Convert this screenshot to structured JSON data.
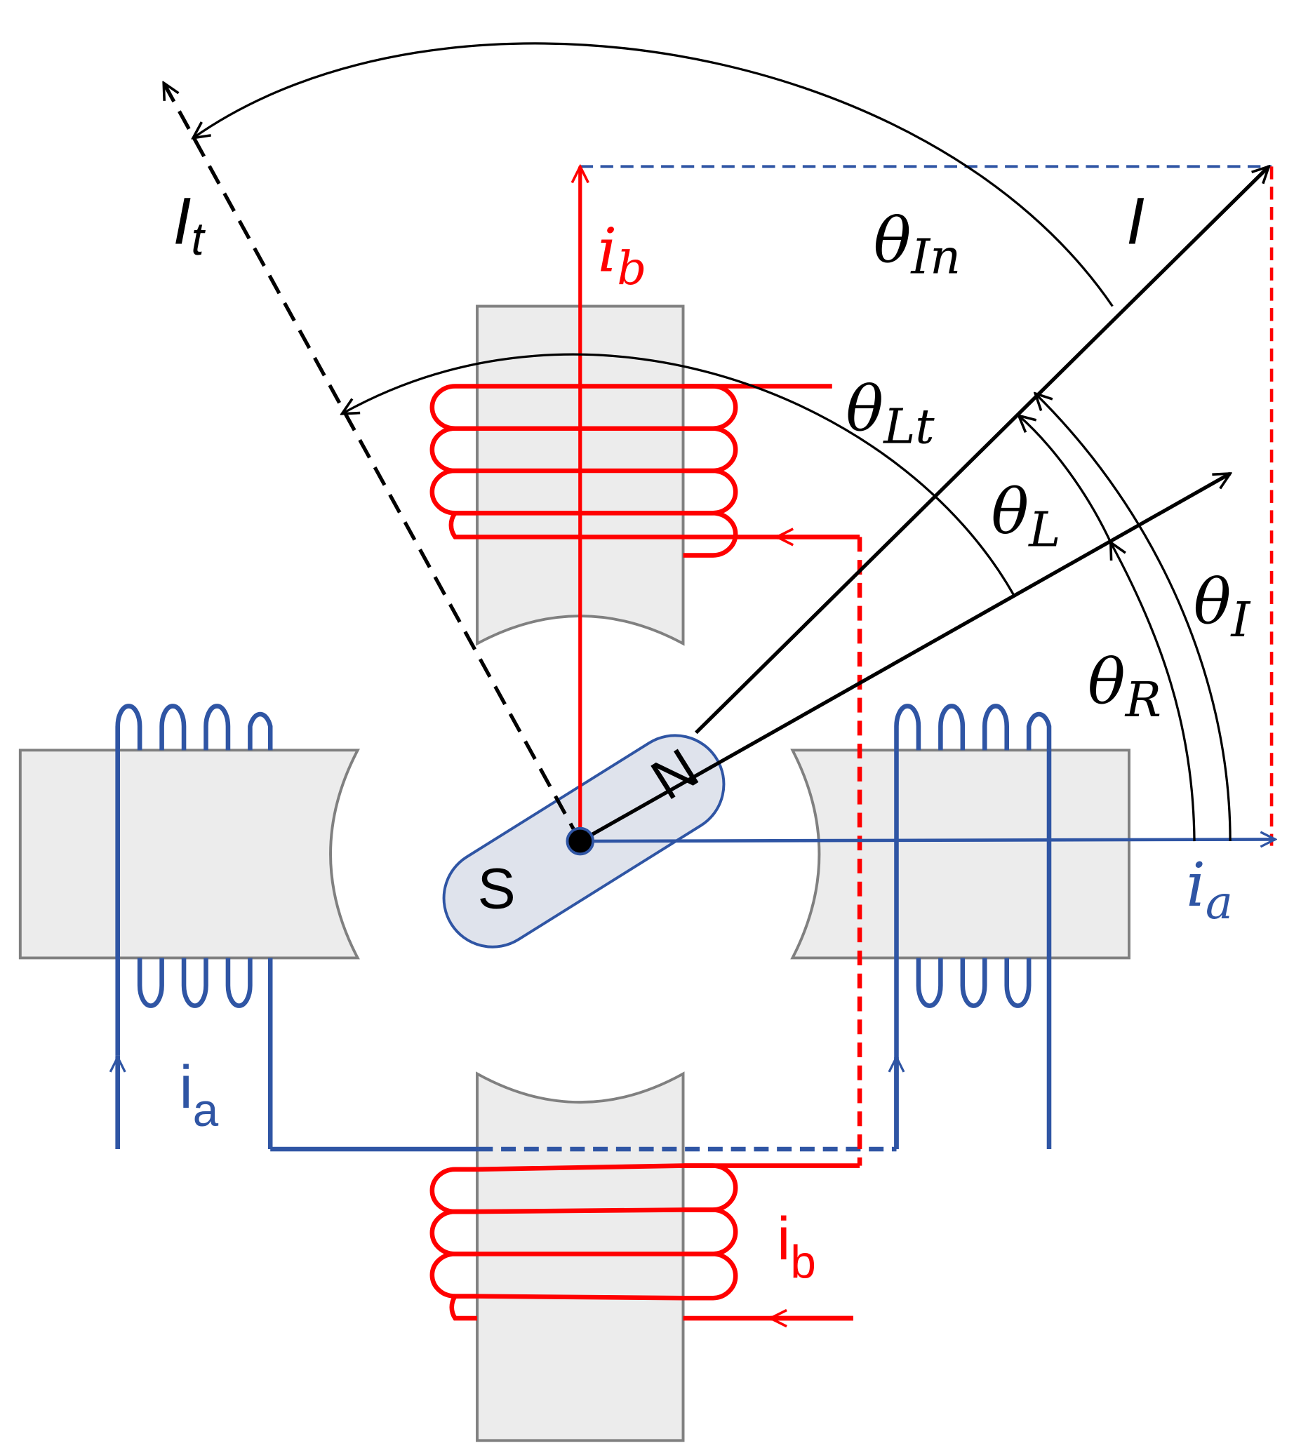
{
  "colors": {
    "winding_a": "#2f55a4",
    "winding_b": "#ff0000",
    "vector": "#000000",
    "pole_fill": "#ececec",
    "pole_stroke": "#808080",
    "rotor_fill": "#dfe3ec"
  },
  "labels": {
    "I_t": "I",
    "I_t_sub": "t",
    "I": "I",
    "theta": "θ",
    "theta_In_sub": "In",
    "theta_Lt_sub": "Lt",
    "theta_L_sub": "L",
    "theta_I_sub": "I",
    "theta_R_sub": "R",
    "i_b_top": "i",
    "i_b_top_sub": "b",
    "i_a_right": "i",
    "i_a_right_sub": "a",
    "i_a_left": "i",
    "i_a_left_sub": "a",
    "i_b_bottom": "i",
    "i_b_bottom_sub": "b",
    "rotor_north": "N",
    "rotor_south": "S"
  }
}
